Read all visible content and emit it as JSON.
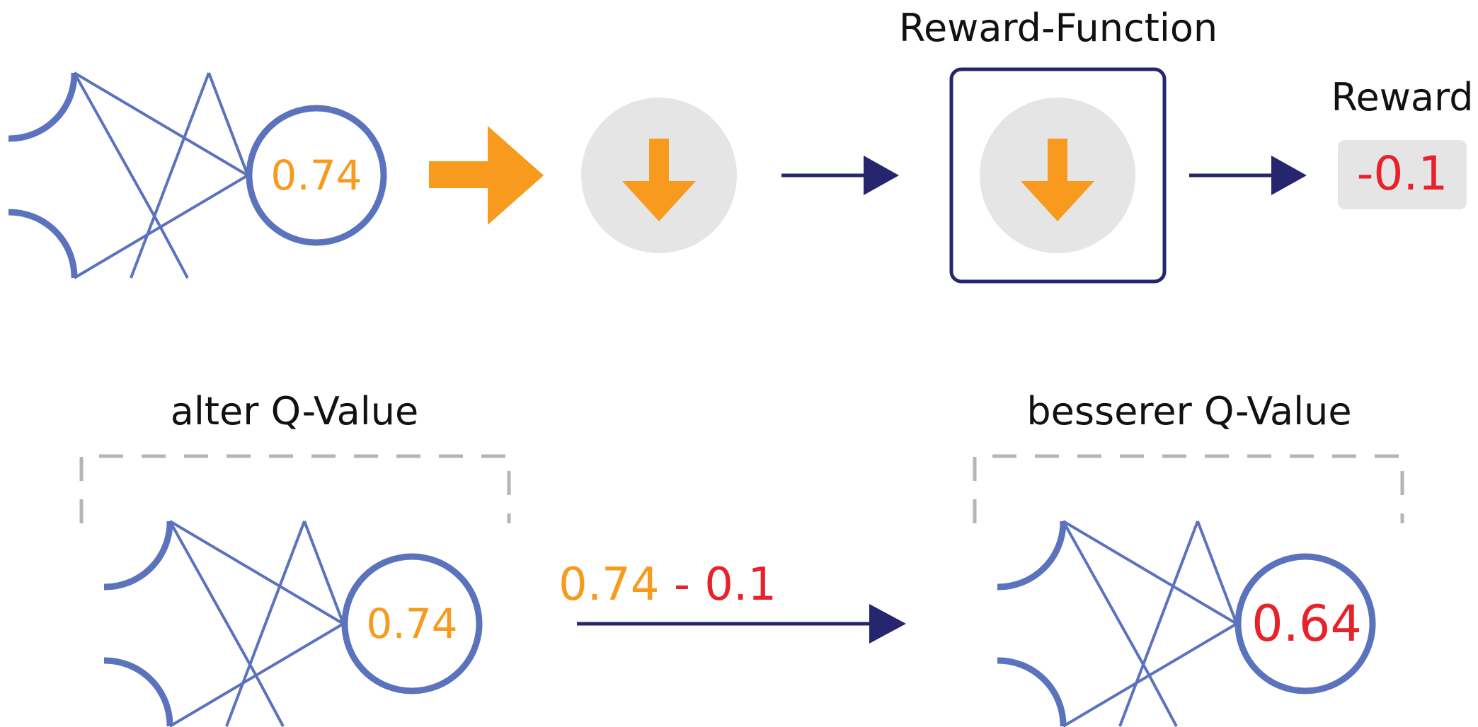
{
  "colors": {
    "network": "#5b72bd",
    "orange": "#f79a1e",
    "red": "#e8222a",
    "navy": "#25266e",
    "gray_fill": "#e5e5e6",
    "dashed": "#b5b5b5",
    "text": "#111111"
  },
  "top_row": {
    "network": {
      "output_value": "0.74"
    },
    "action_icon": "arrow-down-icon",
    "reward_function": {
      "label": "Reward-Function",
      "icon": "arrow-down-icon"
    },
    "reward": {
      "label": "Reward",
      "value": "-0.1"
    }
  },
  "bottom_row": {
    "old_q": {
      "label": "alter Q-Value",
      "output_value": "0.74"
    },
    "update": {
      "old_value": "0.74",
      "operator": " - ",
      "reward_value": "0.1"
    },
    "new_q": {
      "label": "besserer Q-Value",
      "output_value": "0.64"
    }
  }
}
